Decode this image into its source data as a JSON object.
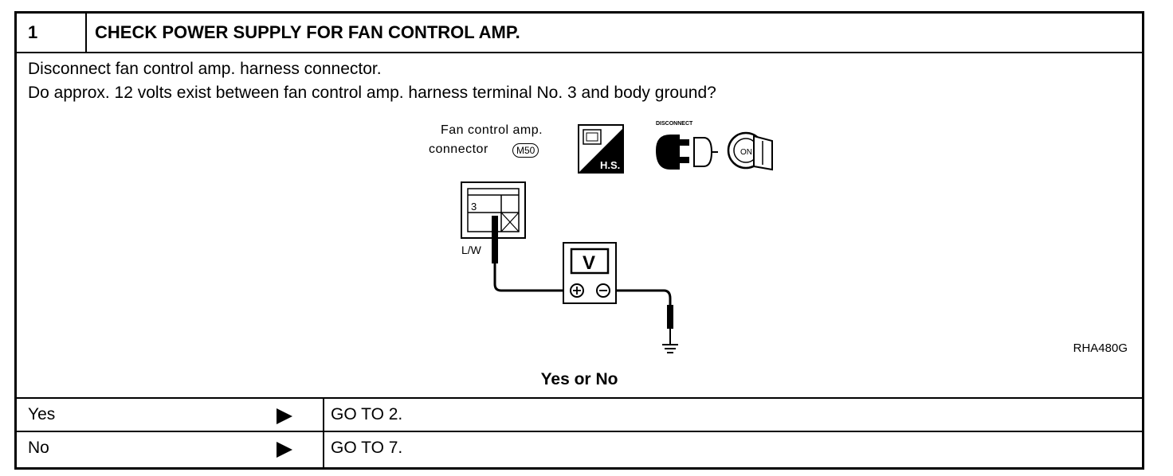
{
  "step": {
    "number": "1",
    "title": "CHECK POWER SUPPLY FOR FAN CONTROL AMP."
  },
  "instructions": [
    "Disconnect fan control amp. harness connector.",
    "Do approx. 12 volts exist between fan control amp. harness terminal No. 3 and body ground?"
  ],
  "figure": {
    "label_line1": "Fan control amp.",
    "label_line2": "connector",
    "connector_code": "M50",
    "hs_text": "H.S.",
    "disconnect_text": "DISCONNECT",
    "on_text": "ON",
    "terminal_number": "3",
    "wire_label": "L/W",
    "meter_label": "V",
    "figure_code": "RHA480G"
  },
  "question": "Yes or No",
  "answers": [
    {
      "answer": "Yes",
      "action": "GO TO 2."
    },
    {
      "answer": "No",
      "action": "GO TO 7."
    }
  ]
}
